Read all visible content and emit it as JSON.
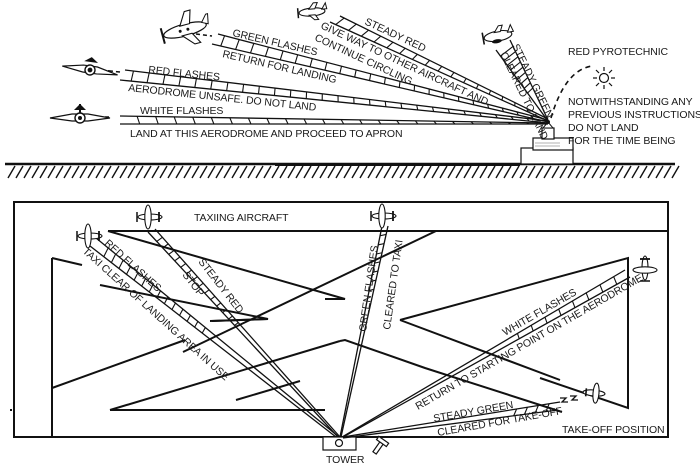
{
  "title": "Aerodrome light signals",
  "air_signals": [
    {
      "signal": "STEADY GREEN",
      "meaning": "CLEARED TO LAND"
    },
    {
      "signal": "STEADY RED",
      "meaning": "GIVE WAY TO OTHER AIRCRAFT AND CONTINUE CIRCLING",
      "meaning_line1": "GIVE WAY TO OTHER AIRCRAFT AND",
      "meaning_line2": "CONTINUE CIRCLING"
    },
    {
      "signal": "GREEN FLASHES",
      "meaning": "RETURN FOR LANDING"
    },
    {
      "signal": "RED FLASHES",
      "meaning": "AERODROME UNSAFE. DO NOT LAND"
    },
    {
      "signal": "WHITE FLASHES",
      "meaning": "LAND AT THIS AERODROME AND PROCEED TO APRON"
    }
  ],
  "pyrotechnic": {
    "signal": "RED PYROTECHNIC",
    "meaning_lines": [
      "NOTWITHSTANDING ANY",
      "PREVIOUS INSTRUCTIONS,",
      "DO NOT LAND",
      "FOR THE TIME BEING"
    ]
  },
  "ground_signals": [
    {
      "signal": "RED FLASHES",
      "meaning": "TAXI CLEAR OF LANDING AREA IN USE"
    },
    {
      "signal": "STEADY RED",
      "meaning": "STOP"
    },
    {
      "signal": "GREEN FLASHES",
      "meaning": "CLEARED TO TAXI"
    },
    {
      "signal": "WHITE FLASHES",
      "meaning": "RETURN TO STARTING POINT ON THE AERODROME"
    },
    {
      "signal": "STEADY GREEN",
      "meaning": "CLEARED FOR TAKE-OFF"
    }
  ],
  "labels": {
    "taxiing_aircraft": "TAXIING AIRCRAFT",
    "takeoff_position": "TAKE-OFF POSITION",
    "tower": "TOWER"
  },
  "colors": {
    "ink": "#111111",
    "background": "#ffffff"
  }
}
